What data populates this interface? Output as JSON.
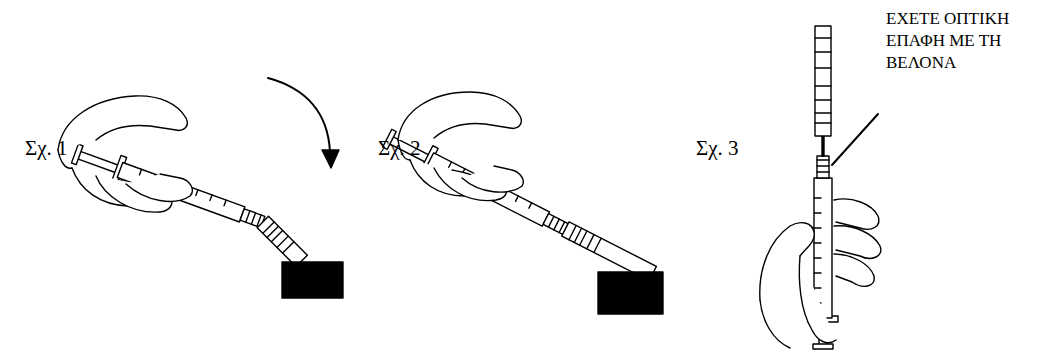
{
  "diagram": {
    "labels": [
      "Σχ. 1",
      "Σχ. 2",
      "Σχ. 3",
      "ΕΧΕΤΕ ΟΠΤΙΚΗ ΕΠΑΦΗ ΜΕ ΤΗ ΒΕΛΟΝΑ"
    ]
  }
}
